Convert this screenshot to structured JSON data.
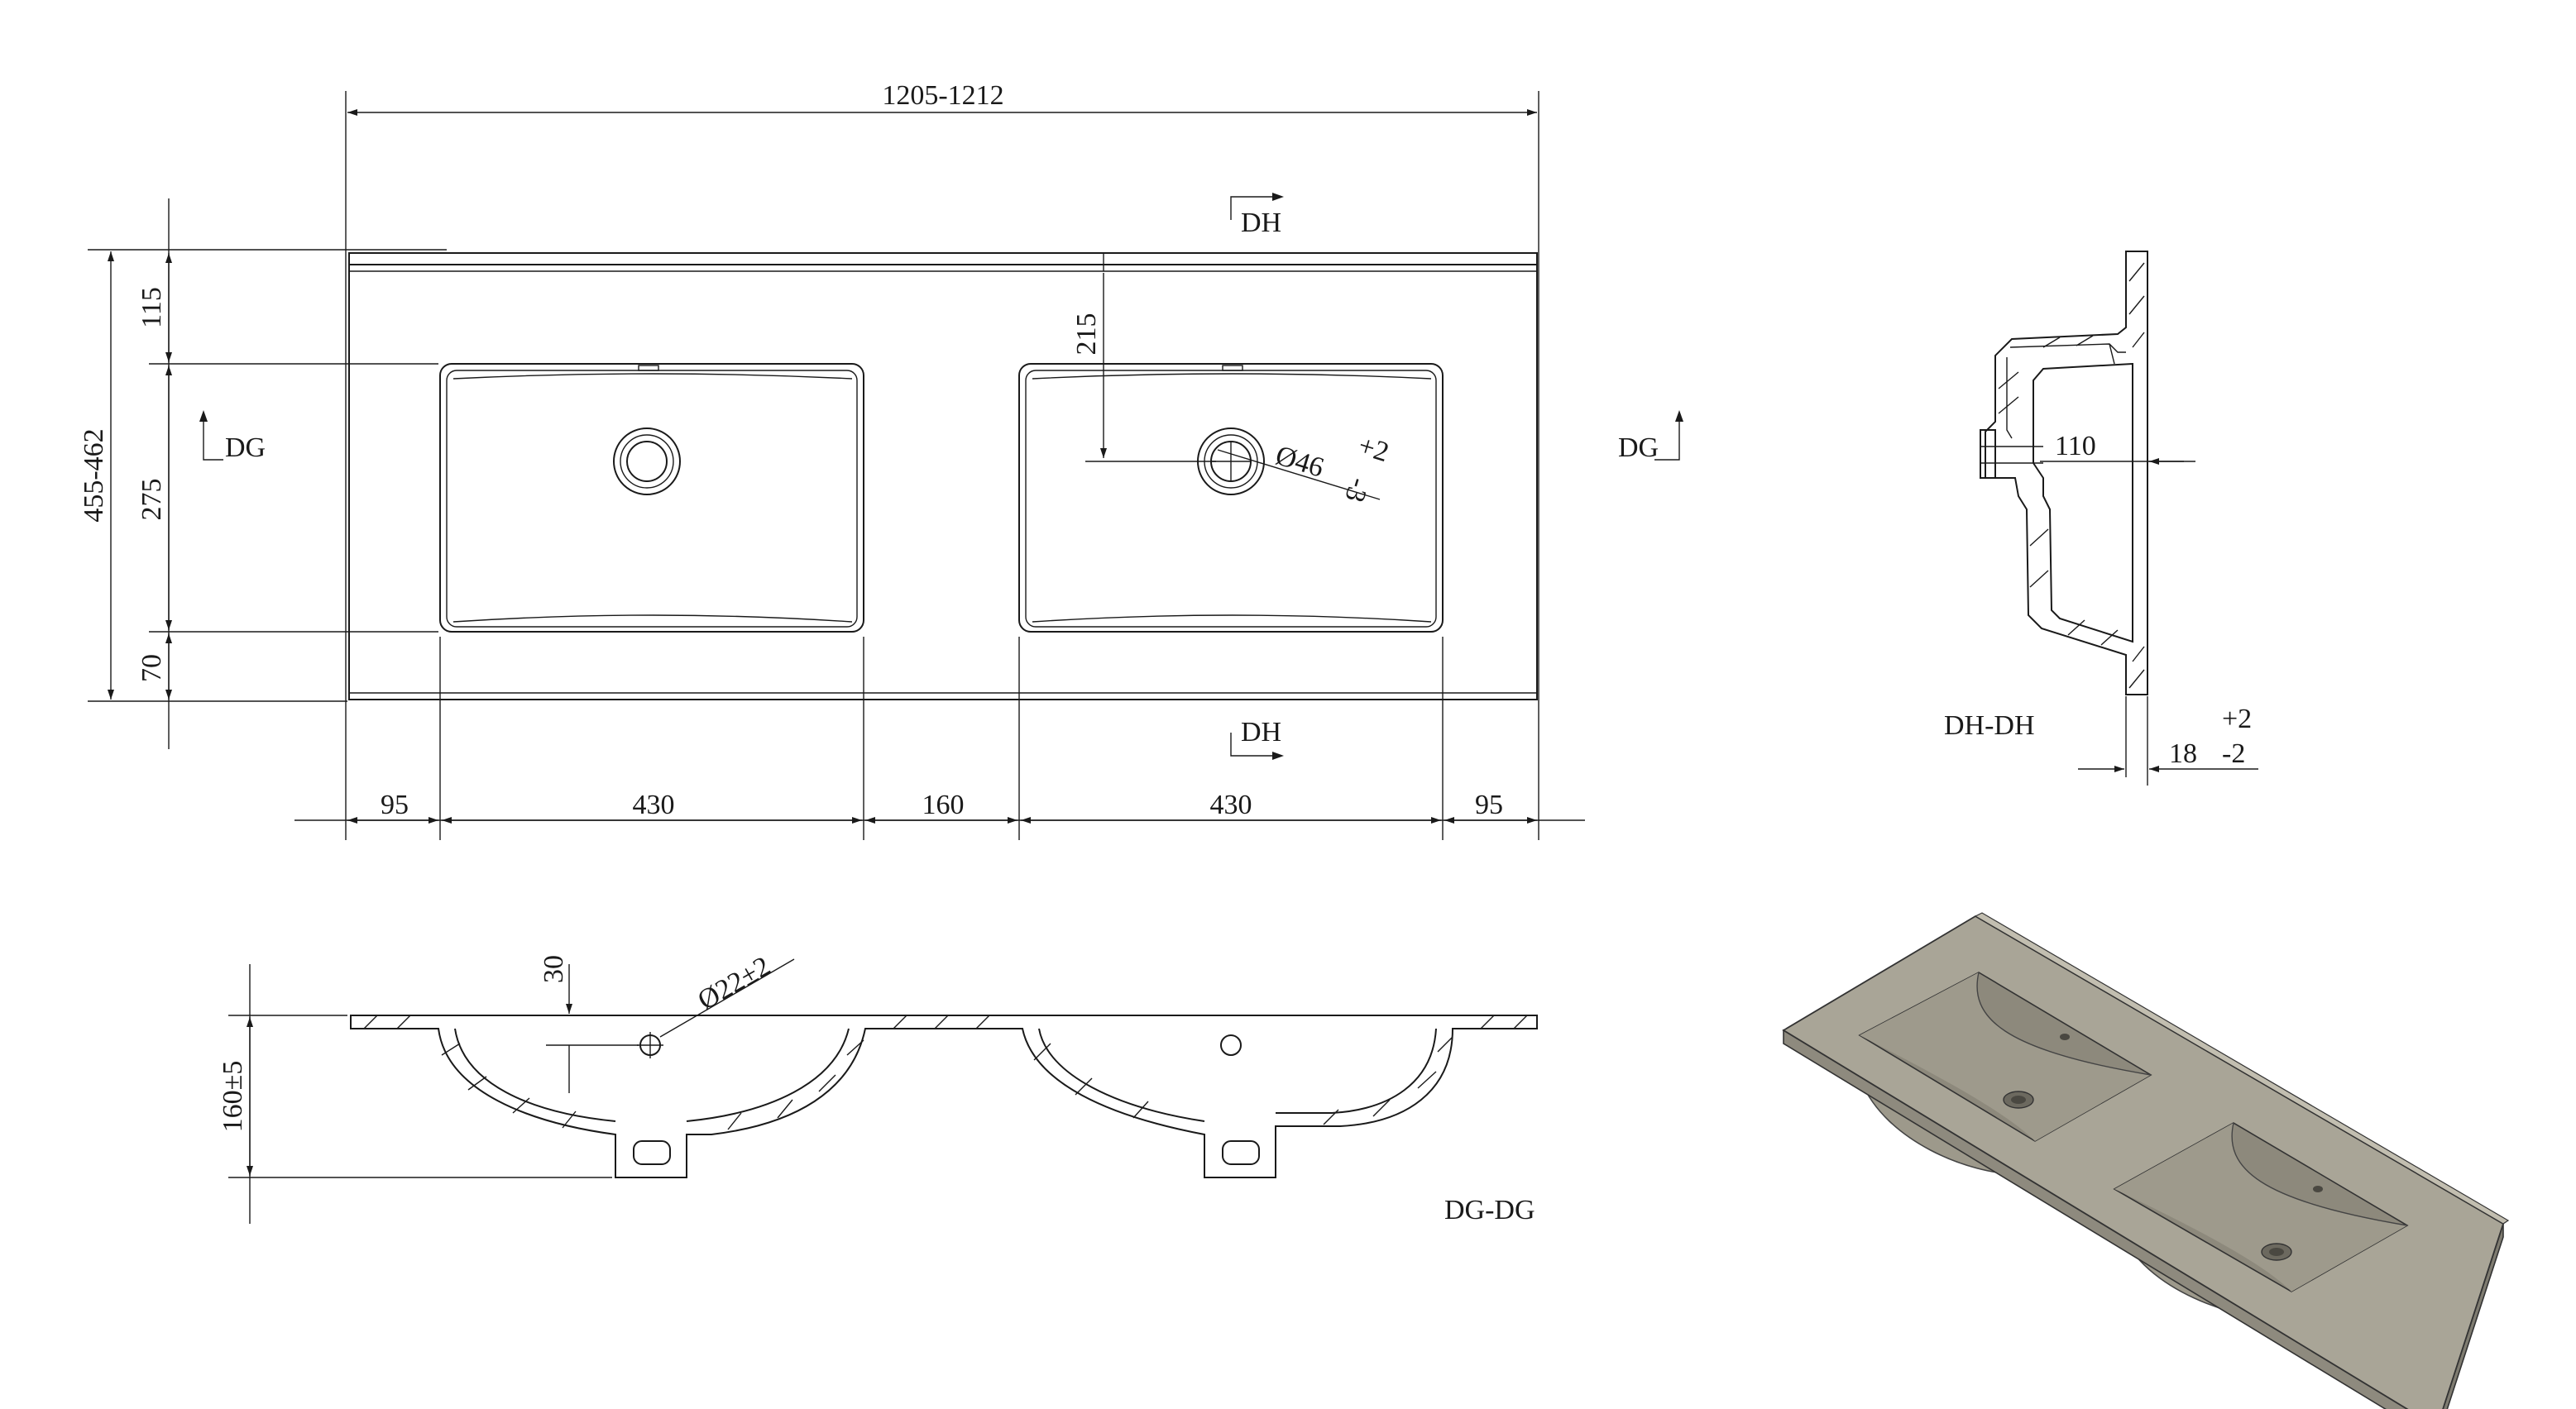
{
  "top_view": {
    "overall_width": "1205-1212",
    "overall_depth": "455-462",
    "back_margin": "115",
    "basin_depth": "275",
    "front_margin": "70",
    "drain_offset": "215",
    "drain_diameter": "Ø46",
    "drain_tol_upper": "+2",
    "drain_tol_lower": "-3",
    "width_segments": [
      "95",
      "430",
      "160",
      "430",
      "95"
    ],
    "section_dg_left": "DG",
    "section_dg_right": "DG",
    "section_dh_top": "DH",
    "section_dh_bottom": "DH"
  },
  "section_dg": {
    "label": "DG-DG",
    "height": "160±5",
    "tap_hole_offset": "30",
    "tap_hole_diameter": "Ø22±2"
  },
  "section_dh": {
    "label": "DH-DH",
    "depth": "110",
    "thickness": "18",
    "thickness_tol_upper": "+2",
    "thickness_tol_lower": "-2"
  },
  "iso_view": {
    "color": "#a9a597"
  }
}
